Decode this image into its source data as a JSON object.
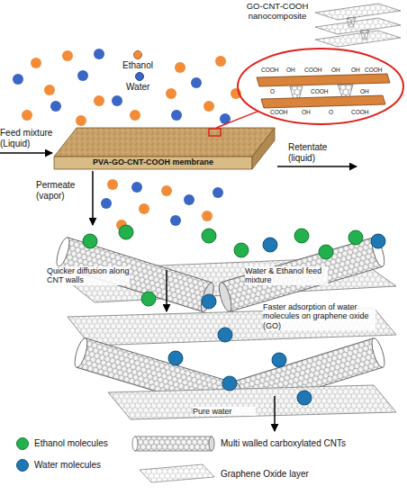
{
  "diagram": {
    "nodes": [
      {
        "text": [
          "GO-CNT-COOH nanocomposite"
        ]
      },
      {
        "text": [
          "PVA-GO-CNT-COOH membrane"
        ]
      }
    ],
    "edges": [
      {
        "from": 1,
        "to": 0,
        "arrow": "none"
      }
    ],
    "labels": [
      "Feed mixture (Liquid)",
      "Retentate (liquid)",
      "Permeate (vapor)",
      "COOH",
      "OH",
      "COOH",
      "OH",
      "OH",
      "COOH",
      "O",
      "COOH",
      "OH",
      "COOH",
      "OH",
      "O",
      "COOH",
      "Water & Ethanol feed mixture",
      "Quicker diffusion along CNT walls",
      "Faster adsorption of water molecules on graphene oxide (GO)",
      "Pure water"
    ],
    "legend": [
      {
        "text": "Ethanol",
        "color": "#f28c38"
      },
      {
        "text": "Water",
        "color": "#3a66c4"
      },
      {
        "text": "Ethanol molecules",
        "color": "#22b14c"
      },
      {
        "text": "Water molecules",
        "color": "#1f78b4"
      },
      {
        "text": "Multi walled carboxylated CNTs"
      },
      {
        "text": "Graphene Oxide layer"
      }
    ]
  }
}
